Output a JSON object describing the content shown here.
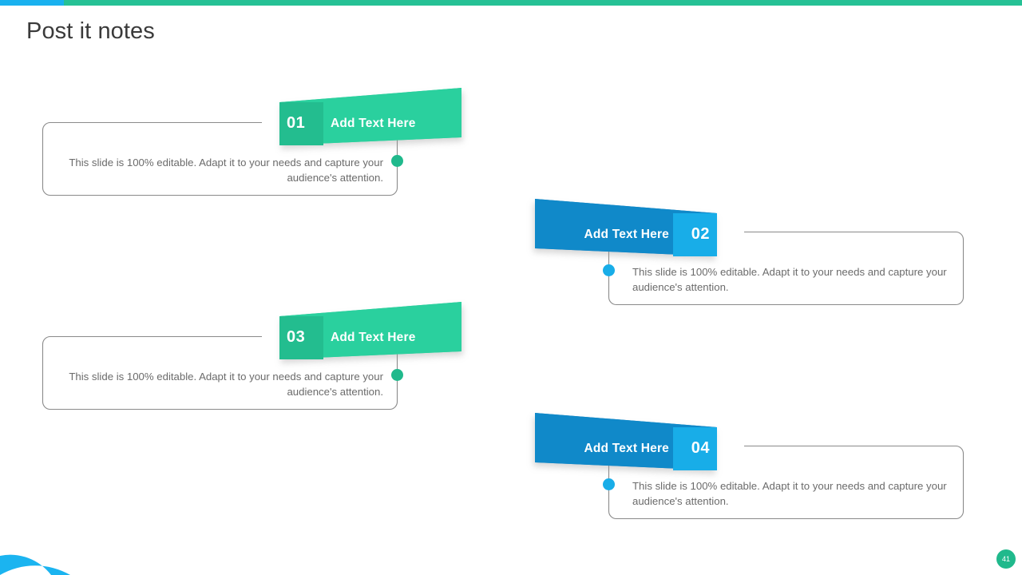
{
  "slide": {
    "title": "Post it notes",
    "page_number": "41"
  },
  "theme": {
    "topbar_blue": "#19b1ef",
    "topbar_green": "#26c195",
    "green_ribbon": "#2ad09e",
    "green_number_block": "#23bd8f",
    "blue_ribbon": "#1089c9",
    "blue_number_block": "#18ade8",
    "green_dot": "#20b98c",
    "blue_dot": "#18ade8",
    "card_border": "#8a8a8a",
    "body_text": "#6b6b6b",
    "corner_arc": "#1bb4f0"
  },
  "items": [
    {
      "number": "01",
      "label": "Add Text Here",
      "body": "This slide is 100% editable. Adapt it to your needs and capture your audience's attention.",
      "side": "left",
      "accent": "green"
    },
    {
      "number": "02",
      "label": "Add Text Here",
      "body": "This slide is 100% editable. Adapt it to your needs and capture your audience's attention.",
      "side": "right",
      "accent": "blue"
    },
    {
      "number": "03",
      "label": "Add Text Here",
      "body": "This slide is 100% editable. Adapt it to your needs and capture your audience's attention.",
      "side": "left",
      "accent": "green"
    },
    {
      "number": "04",
      "label": "Add Text Here",
      "body": "This slide is 100% editable. Adapt it to your needs and capture your audience's attention.",
      "side": "right",
      "accent": "blue"
    }
  ]
}
